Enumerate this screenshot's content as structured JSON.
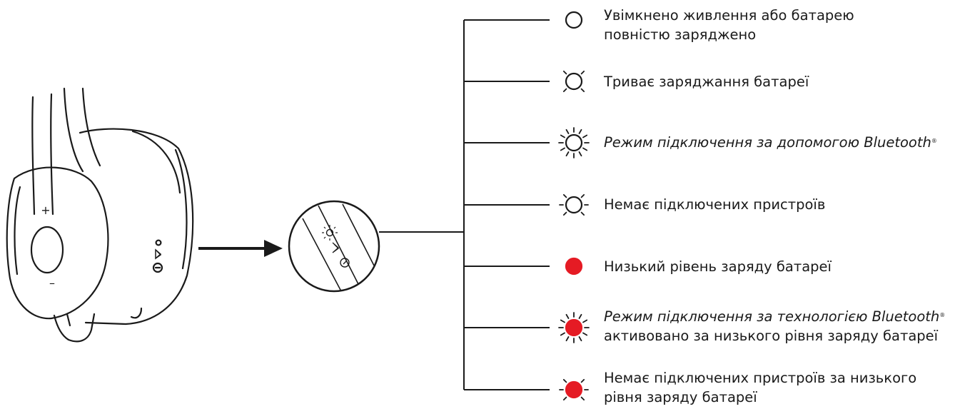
{
  "colors": {
    "red": "#e51b24",
    "line": "#1a1a1a"
  },
  "device": {
    "plus_label": "+",
    "minus_label": "–"
  },
  "legend": [
    {
      "icon": "solid-white-light-icon",
      "lines": [
        "Увімкнено живлення або батарею",
        "повністю заряджено"
      ]
    },
    {
      "icon": "slow-pulse-white-light-icon",
      "lines": [
        "Триває заряджання батареї"
      ]
    },
    {
      "icon": "fast-flash-white-light-icon",
      "lines": [
        "Режим підключення за допомогою Bluetooth"
      ],
      "italic": true,
      "mark": "®"
    },
    {
      "icon": "slow-flash-white-light-icon",
      "lines": [
        "Немає підключених пристроїв"
      ]
    },
    {
      "icon": "solid-red-light-icon",
      "lines": [
        "Низький рівень заряду батареї"
      ]
    },
    {
      "icon": "fast-flash-red-light-icon",
      "lines": [
        "Режим підключення за технологією Bluetooth",
        "активовано за низького рівня заряду батареї"
      ],
      "italic_first": true,
      "mark": "®"
    },
    {
      "icon": "slow-flash-red-light-icon",
      "lines": [
        "Немає підключених пристроїв за низького",
        "рівня заряду батареї"
      ]
    }
  ]
}
